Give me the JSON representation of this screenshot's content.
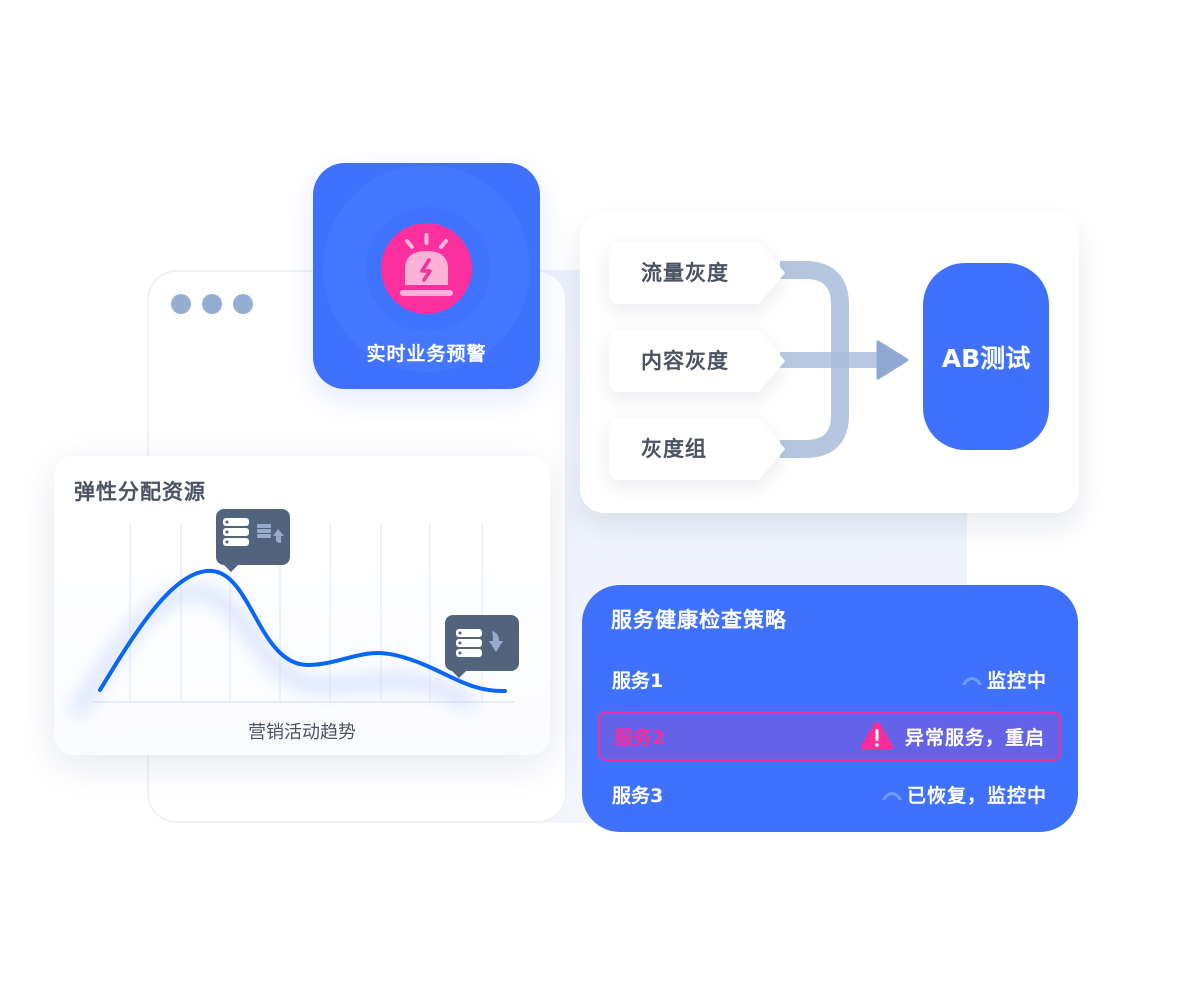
{
  "colors": {
    "primary_blue": "#4071fd",
    "alert_pink": "#f72c9d",
    "alert_row_bg": "#6462e6",
    "text_dark": "#4b5262",
    "flow_connector": "#b5c6e0",
    "tooltip_bg": "#52637e",
    "window_dots": "#97aed3",
    "curve_blue": "#0a67f5"
  },
  "background_window": {
    "dots": [
      "dot-1",
      "dot-2",
      "dot-3"
    ]
  },
  "alert_card": {
    "icon": "alarm-light-icon",
    "label": "实时业务预警"
  },
  "ab_card": {
    "sources": [
      {
        "label": "流量灰度"
      },
      {
        "label": "内容灰度"
      },
      {
        "label": "灰度组"
      }
    ],
    "target": {
      "label": "AB测试"
    },
    "connector_icon": "arrow-right-icon"
  },
  "elastic_card": {
    "title": "弹性分配资源",
    "xlabel": "营销活动趋势",
    "tooltips": [
      {
        "icon": "server-scale-up-icon",
        "meaning": "scale up"
      },
      {
        "icon": "server-scale-down-icon",
        "meaning": "scale down"
      }
    ]
  },
  "health_card": {
    "title": "服务健康检查策略",
    "services": [
      {
        "name": "服务1",
        "status": "监控中",
        "icon": "spinner-icon",
        "state": "normal"
      },
      {
        "name": "服务2",
        "status": "异常服务，重启",
        "icon": "warning-triangle-icon",
        "state": "alert"
      },
      {
        "name": "服务3",
        "status": "已恢复，监控中",
        "icon": "spinner-icon",
        "state": "normal"
      }
    ]
  },
  "chart_data": {
    "type": "line",
    "title": "弹性分配资源",
    "xlabel": "营销活动趋势",
    "ylabel": "",
    "grid": "vertical",
    "x": [
      0,
      1,
      2,
      3,
      4,
      5,
      6,
      7,
      8
    ],
    "values": [
      10,
      80,
      95,
      55,
      30,
      40,
      35,
      20,
      10
    ],
    "annotations": [
      {
        "at": "peak",
        "icon": "server-scale-up"
      },
      {
        "at": "tail",
        "icon": "server-scale-down"
      }
    ]
  }
}
